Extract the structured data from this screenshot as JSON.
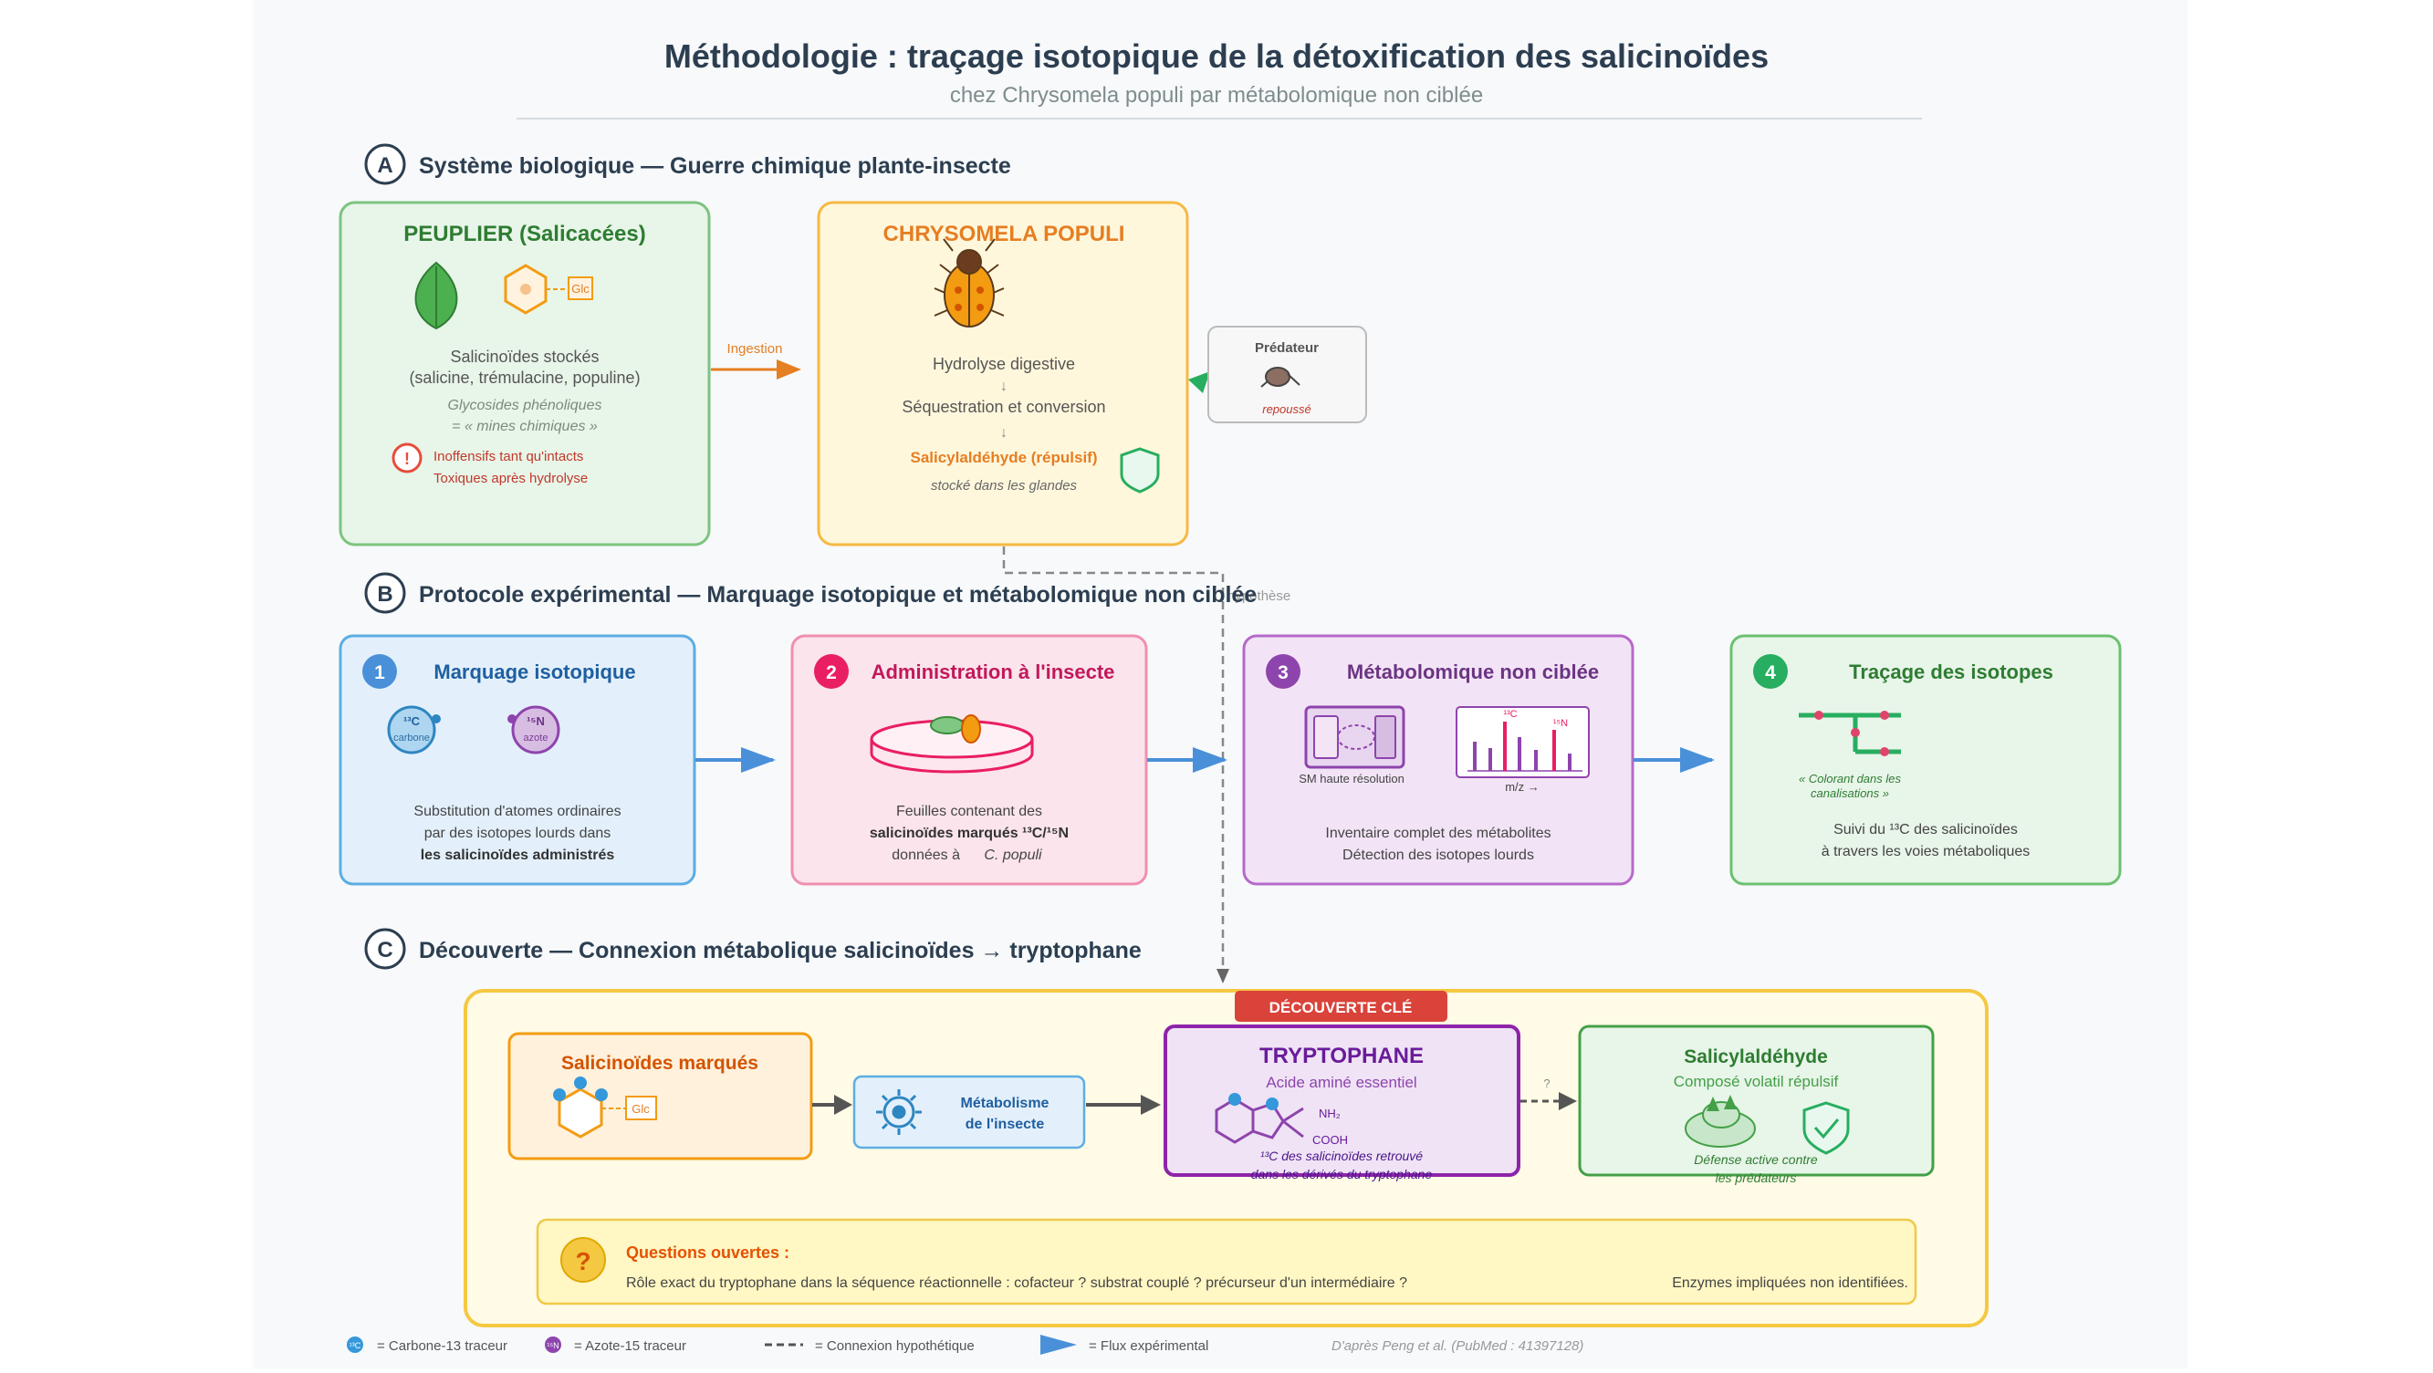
{
  "header": {
    "title": "Méthodologie : traçage isotopique de la détoxification des salicinoïdes",
    "subtitle": "chez Chrysomela populi par métabolomique non ciblée"
  },
  "sectionA": {
    "letter": "A",
    "title": "Système biologique — Guerre chimique plante-insecte",
    "poplar": {
      "title": "PEUPLIER (Salicacées)",
      "glc": "Glc",
      "line1": "Salicinoïdes stockés",
      "line2": "(salicine, trémulacine, populine)",
      "italic1": "Glycosides phénoliques",
      "italic2": "= « mines chimiques »",
      "warning_icon": "!",
      "warn1": "Inoffensifs tant qu'intacts",
      "warn2": "Toxiques après hydrolyse"
    },
    "arrow_label": "Ingestion",
    "beetle": {
      "title": "CHRYSOMELA POPULI",
      "step1": "Hydrolyse digestive",
      "arrow": "↓",
      "step2": "Séquestration et conversion",
      "step3": "Salicylaldéhyde (répulsif)",
      "italic": "stocké dans les glandes"
    },
    "predator": {
      "title": "Prédateur",
      "status": "repoussé"
    }
  },
  "sectionB": {
    "letter": "B",
    "title": "Protocole expérimental — Marquage isotopique et métabolomique non ciblée",
    "dashed_label": "hypothèse",
    "steps": [
      {
        "num": "1",
        "title": "Marquage isotopique",
        "c13": "¹³C",
        "c13_sub": "carbone",
        "n15": "¹⁵N",
        "n15_sub": "azote",
        "line1": "Substitution d'atomes ordinaires",
        "line2": "par des isotopes lourds dans",
        "line3": "les salicinoïdes administrés"
      },
      {
        "num": "2",
        "title": "Administration à l'insecte",
        "line1": "Feuilles contenant des",
        "line2": "salicinoïdes marqués ¹³C/¹⁵N",
        "line3": "données à",
        "line3b": "C. populi"
      },
      {
        "num": "3",
        "title": "Métabolomique non ciblée",
        "ms_label": "SM haute résolution",
        "mz": "m/z →",
        "peak1": "¹³C",
        "peak2": "¹⁵N",
        "line1": "Inventaire complet des métabolites",
        "line2": "Détection des isotopes lourds"
      },
      {
        "num": "4",
        "title": "Traçage des isotopes",
        "quote1": "« Colorant dans les",
        "quote2": "canalisations »",
        "line1": "Suivi du ¹³C des salicinoïdes",
        "line2": "à travers les voies métaboliques"
      }
    ]
  },
  "sectionC": {
    "letter": "C",
    "title": "Découverte — Connexion métabolique salicinoïdes → tryptophane",
    "badge": "DÉCOUVERTE CLÉ",
    "labeled": {
      "title": "Salicinoïdes marqués",
      "glc": "Glc"
    },
    "metab": {
      "line1": "Métabolisme",
      "line2": "de l'insecte"
    },
    "trp": {
      "title": "TRYPTOPHANE",
      "sub": "Acide aminé essentiel",
      "nh2": "NH₂",
      "cooh": "COOH",
      "note1": "¹³C des salicinoïdes retrouvé",
      "note2": "dans les dérivés du tryptophane"
    },
    "q_mark": "?",
    "sal": {
      "title": "Salicylaldéhyde",
      "sub": "Composé volatil répulsif",
      "note1": "Défense active contre",
      "note2": "les prédateurs"
    },
    "questions": {
      "icon": "?",
      "title": "Questions ouvertes :",
      "text": "Rôle exact du tryptophane dans la séquence réactionnelle : cofacteur ? substrat couplé ? précurseur d'un intermédiaire ?",
      "text2": "Enzymes impliquées non identifiées."
    }
  },
  "legend": {
    "c13_icon": "¹³C",
    "c13": "= Carbone-13 traceur",
    "n15_icon": "¹⁵N",
    "n15": "= Azote-15 traceur",
    "dashed": "= Connexion hypothétique",
    "flow": "= Flux expérimental",
    "source": "D'après Peng et al. (PubMed : 41397128)"
  },
  "colors": {
    "green": "#27ae60",
    "orange": "#e67e22",
    "blue": "#3498db",
    "pink": "#e91e63",
    "purple": "#8e44ad",
    "gold": "#f5c842",
    "red": "#d9433a"
  }
}
